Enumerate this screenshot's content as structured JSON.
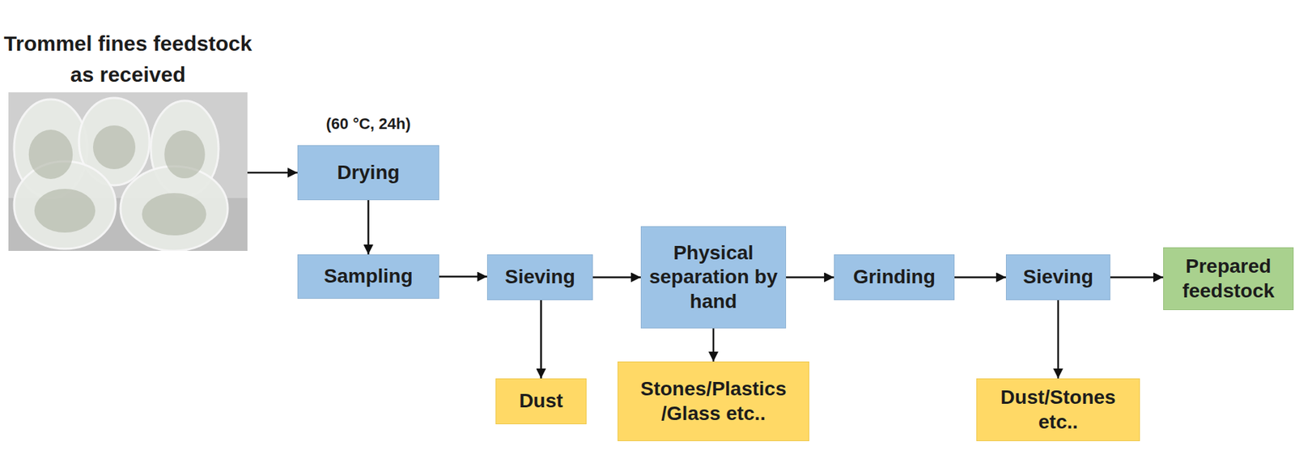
{
  "diagram": {
    "nodes": [
      {
        "text": [
          "Trommel fines feedstock as received"
        ]
      },
      {
        "text": [
          "Drying"
        ]
      },
      {
        "text": [
          "Sampling"
        ]
      },
      {
        "text": [
          "Sieving"
        ]
      },
      {
        "text": [
          "Physical separation by hand"
        ]
      },
      {
        "text": [
          "Grinding"
        ]
      },
      {
        "text": [
          "Sieving"
        ]
      },
      {
        "text": [
          "Prepared feedstock"
        ]
      },
      {
        "text": [
          "Dust"
        ]
      },
      {
        "text": [
          "Stones/Plastics /Glass etc.."
        ]
      },
      {
        "text": [
          "Dust/Stones etc.."
        ]
      }
    ],
    "edges": [
      {
        "from": 0,
        "to": 1,
        "arrow": "to"
      },
      {
        "from": 1,
        "to": 2,
        "arrow": "to"
      },
      {
        "from": 2,
        "to": 3,
        "arrow": "to"
      },
      {
        "from": 3,
        "to": 4,
        "arrow": "to"
      },
      {
        "from": 4,
        "to": 5,
        "arrow": "to"
      },
      {
        "from": 5,
        "to": 6,
        "arrow": "to"
      },
      {
        "from": 6,
        "to": 7,
        "arrow": "to"
      },
      {
        "from": 3,
        "to": 8,
        "arrow": "to"
      },
      {
        "from": 4,
        "to": 9,
        "arrow": "to"
      },
      {
        "from": 6,
        "to": 10,
        "arrow": "to"
      }
    ],
    "labels": [
      "(60 °C, 24h)"
    ]
  }
}
